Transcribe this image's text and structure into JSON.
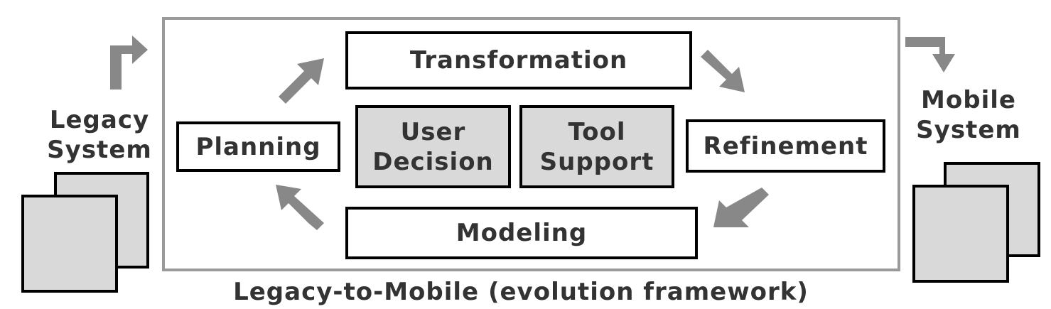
{
  "framework": {
    "caption": "Legacy-to-Mobile (evolution framework)",
    "stages": {
      "transformation": "Transformation",
      "planning": "Planning",
      "refinement": "Refinement",
      "modeling": "Modeling"
    },
    "center": {
      "user_decision_line1": "User",
      "user_decision_line2": "Decision",
      "tool_support_line1": "Tool",
      "tool_support_line2": "Support"
    }
  },
  "legacy": {
    "line1": "Legacy",
    "line2": "System"
  },
  "mobile": {
    "line1": "Mobile",
    "line2": "System"
  },
  "colors": {
    "arrow": "#888888",
    "frame": "#9a9a9a",
    "box_fill_gray": "#d9d9d9",
    "text": "#333333"
  },
  "icons": [
    "arrow-icon",
    "document-stack-icon"
  ]
}
